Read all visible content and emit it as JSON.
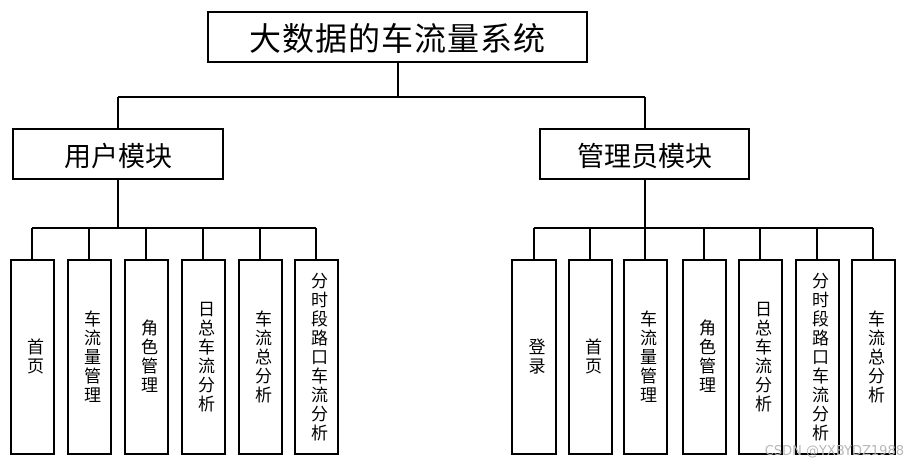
{
  "root": {
    "label": "大数据的车流量系统"
  },
  "modules": [
    {
      "label": "用户模块",
      "items": [
        "首页",
        "车流量管理",
        "角色管理",
        "日总车流分析",
        "车流总分析",
        "分时段路口车流分析"
      ]
    },
    {
      "label": "管理员模块",
      "items": [
        "登录",
        "首页",
        "车流量管理",
        "角色管理",
        "日总车流分析",
        "分时段路口车流分析",
        "车流总分析"
      ]
    }
  ],
  "watermark": "CSDN @YXBYDZ1988"
}
